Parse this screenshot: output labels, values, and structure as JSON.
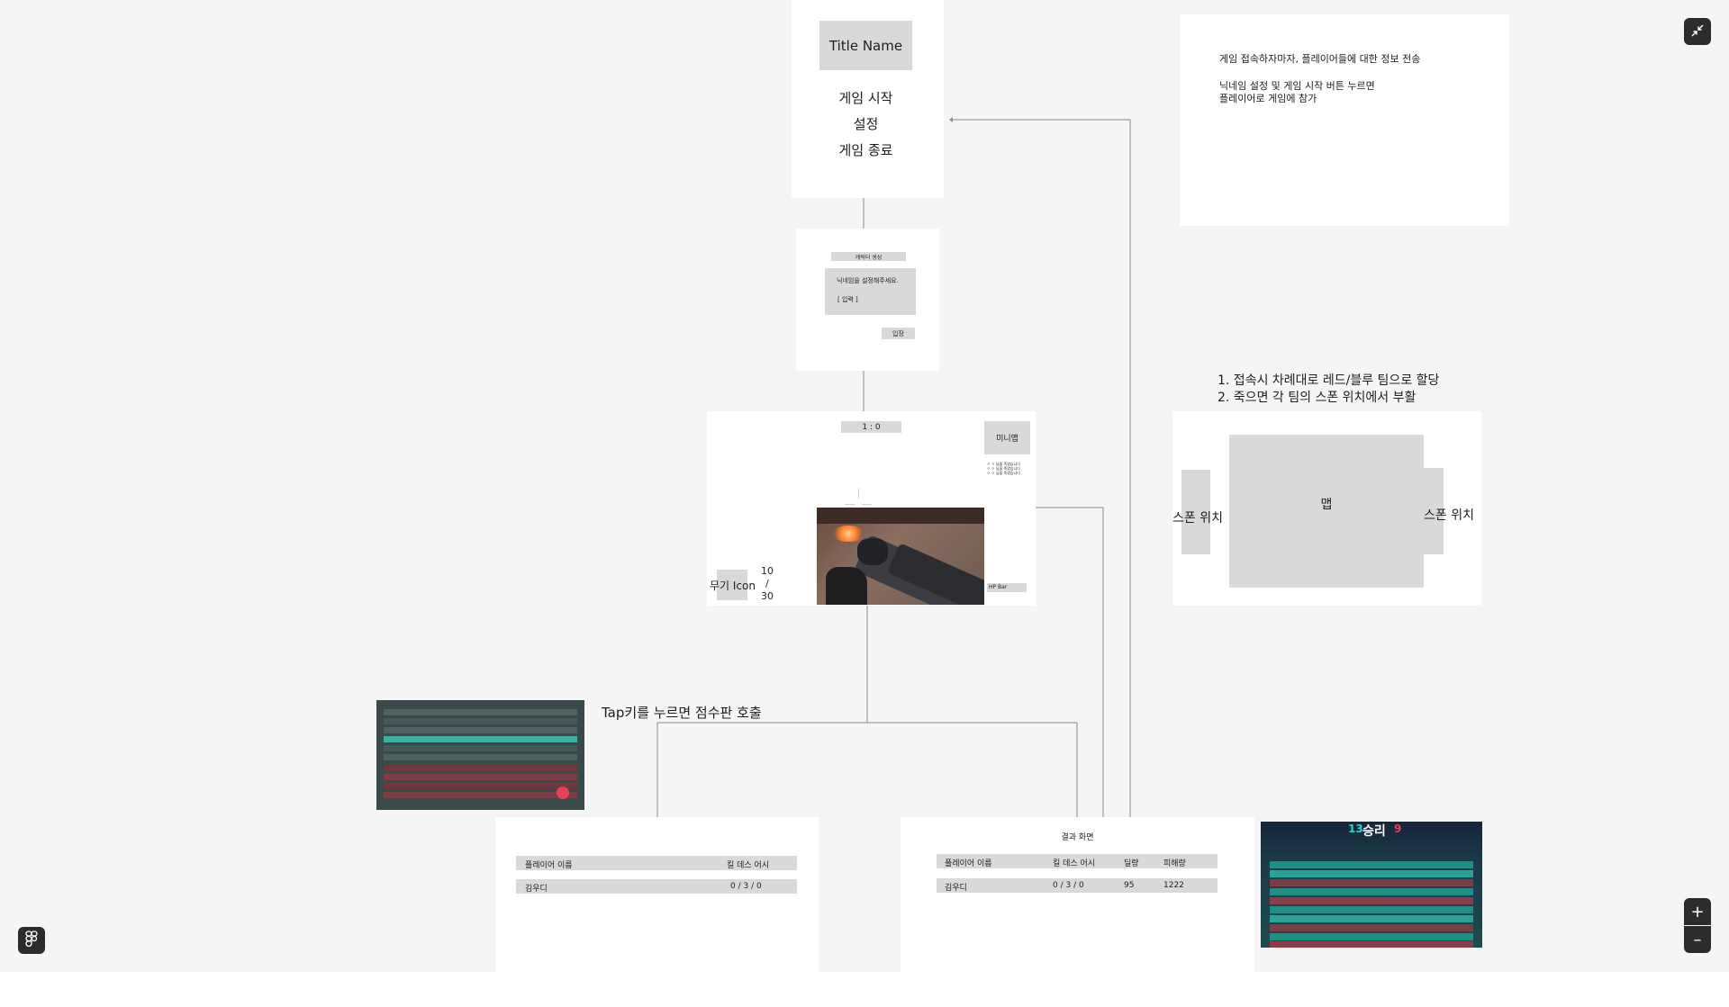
{
  "title_screen": {
    "title_name": "Title Name",
    "menu": [
      "게임 시작",
      "설정",
      "게임 종료"
    ]
  },
  "note_top": {
    "line1": "게임 접속하자마자, 플레이어들에 대한 정보 전송",
    "line2": "닉네임 설정 및 게임 시작 버튼 누르면",
    "line3": "플레이어로 게임에 참가"
  },
  "character_create": {
    "header": "캐릭터 생성",
    "prompt": "닉네임을 설정해주세요.",
    "input_placeholder": "[  입력  ]",
    "enter_button": "입장"
  },
  "game_hud": {
    "score": "1 : 0",
    "minimap": "미니맵",
    "killfeed": [
      "ㅇ ㅇ 님을 죽였습니다",
      "ㅇ ㅇ 님을 죽였습니다",
      "ㅇ ㅇ 님을 죽였습니다"
    ],
    "weapon_icon": "무기 Icon",
    "ammo_current": "10",
    "ammo_sep": "/",
    "ammo_total": "30",
    "hp_bar": "HP Bar"
  },
  "team_notes": {
    "line1": "1. 접속시 차례대로 레드/블루 팀으로 할당",
    "line2": "2. 죽으면 각 팀의 스폰 위치에서 부활"
  },
  "map_frame": {
    "spawn_left": "스폰 위치",
    "map_label": "맵",
    "spawn_right": "스폰 위치"
  },
  "tab_note": "Tap키를 누르면 점수판 호출",
  "scoreboard": {
    "headers": [
      "플레이어 이름",
      "킬 데스 어시"
    ],
    "row": [
      "김우디",
      "0 / 3 / 0"
    ]
  },
  "result": {
    "title": "결과 화면",
    "headers": [
      "플레이어 이름",
      "킬 데스 어시",
      "딜량",
      "피해량"
    ],
    "row": [
      "김우디",
      "0 / 3 / 0",
      "95",
      "1222"
    ]
  },
  "result_screenshot": {
    "score_left": "13",
    "victory": "승리",
    "score_right": "9"
  },
  "toolbar": {
    "collapse_icon": "collapse-icon",
    "zoom_in": "+",
    "zoom_out": "–",
    "figma_icon": "figma-icon"
  },
  "colors": {
    "canvas": "#f5f5f5",
    "frame": "#ffffff",
    "placeholder": "#d9d9d9",
    "connector": "#8c8c8c",
    "toolbar": "#2c2c2c",
    "victory_red": "#e84057",
    "victory_teal": "#2fd6c3"
  }
}
